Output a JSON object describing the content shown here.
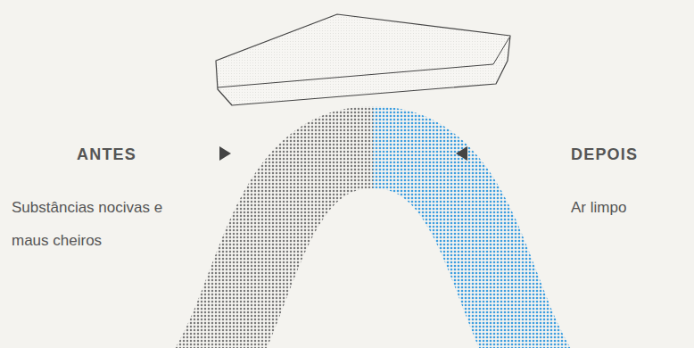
{
  "diagram": {
    "labels": [
      "ANTES",
      "Substâncias nocivas e maus cheiros",
      "DEPOIS",
      "Ar limpo"
    ]
  }
}
